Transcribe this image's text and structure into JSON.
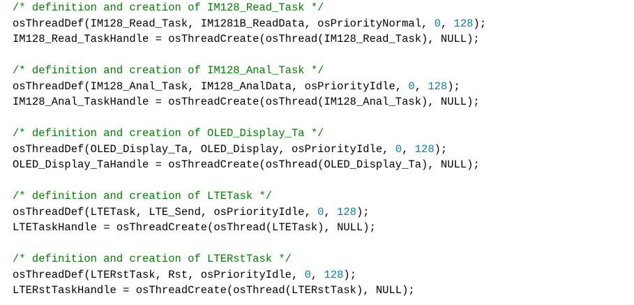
{
  "editor": {
    "theme": {
      "background": "#ffffff",
      "text": "#000000",
      "comment": "#008000",
      "number": "#0a7fa6"
    },
    "blocks": [
      {
        "comment": "/* definition and creation of IM128_Read_Task */",
        "def_pre": "osThreadDef(IM128_Read_Task, IM1281B_ReadData, osPriorityNormal, ",
        "num1": "0",
        "sep": ", ",
        "num2": "128",
        "def_post": ");",
        "create": "IM128_Read_TaskHandle = osThreadCreate(osThread(IM128_Read_Task), NULL);"
      },
      {
        "comment": "/* definition and creation of IM128_Anal_Task */",
        "def_pre": "osThreadDef(IM128_Anal_Task, IM128_AnalData, osPriorityIdle, ",
        "num1": "0",
        "sep": ", ",
        "num2": "128",
        "def_post": ");",
        "create": "IM128_Anal_TaskHandle = osThreadCreate(osThread(IM128_Anal_Task), NULL);"
      },
      {
        "comment": "/* definition and creation of OLED_Display_Ta */",
        "def_pre": "osThreadDef(OLED_Display_Ta, OLED_Display, osPriorityIdle, ",
        "num1": "0",
        "sep": ", ",
        "num2": "128",
        "def_post": ");",
        "create": "OLED_Display_TaHandle = osThreadCreate(osThread(OLED_Display_Ta), NULL);"
      },
      {
        "comment": "/* definition and creation of LTETask */",
        "def_pre": "osThreadDef(LTETask, LTE_Send, osPriorityIdle, ",
        "num1": "0",
        "sep": ", ",
        "num2": "128",
        "def_post": ");",
        "create": "LTETaskHandle = osThreadCreate(osThread(LTETask), NULL);"
      },
      {
        "comment": "/* definition and creation of LTERstTask */",
        "def_pre": "osThreadDef(LTERstTask, Rst, osPriorityIdle, ",
        "num1": "0",
        "sep": ", ",
        "num2": "128",
        "def_post": ");",
        "create": "LTERstTaskHandle = osThreadCreate(osThread(LTERstTask), NULL);"
      }
    ]
  }
}
